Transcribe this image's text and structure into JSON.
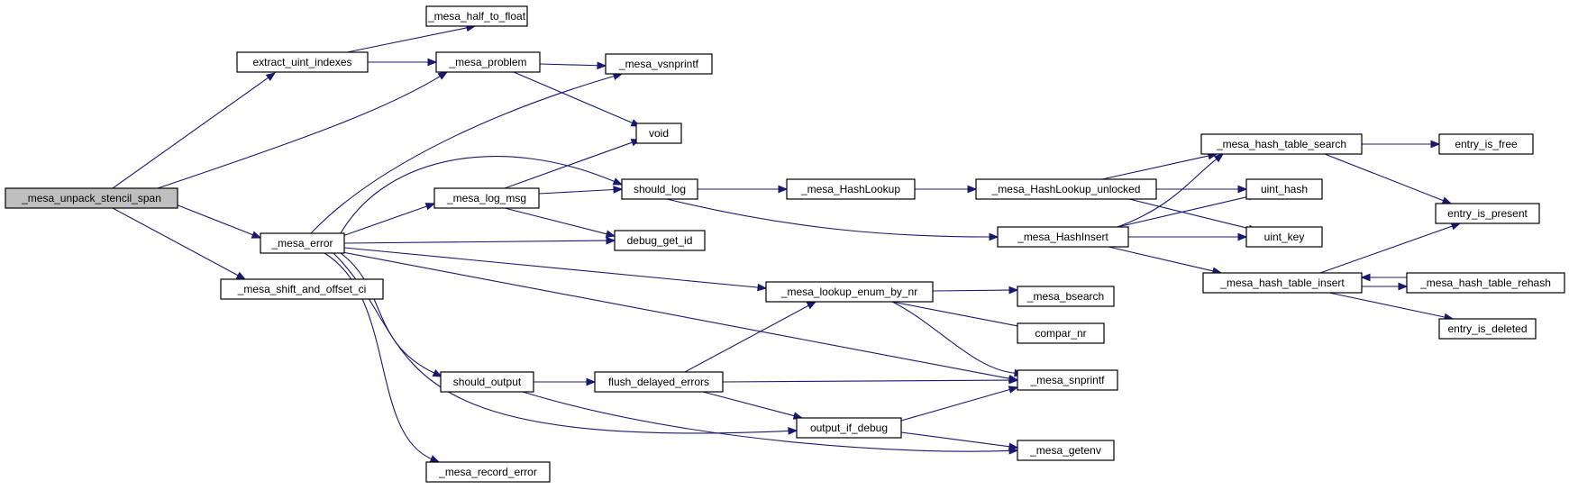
{
  "nodes": {
    "unpack": "_mesa_unpack_stencil_span",
    "extract": "extract_uint_indexes",
    "half": "_mesa_half_to_float",
    "problem": "_mesa_problem",
    "vsnprintf": "_mesa_vsnprintf",
    "void": "void",
    "error": "_mesa_error",
    "shift": "_mesa_shift_and_offset_ci",
    "logmsg": "_mesa_log_msg",
    "shouldlog": "should_log",
    "debugid": "debug_get_id",
    "hashlookup": "_mesa_HashLookup",
    "hlunlocked": "_mesa_HashLookup_unlocked",
    "hashinsert": "_mesa_HashInsert",
    "htsearch": "_mesa_hash_table_search",
    "uinthash": "uint_hash",
    "uintkey": "uint_key",
    "entryfree": "entry_is_free",
    "entrypresent": "entry_is_present",
    "htinsert": "_mesa_hash_table_insert",
    "rehash": "_mesa_hash_table_rehash",
    "entrydeleted": "entry_is_deleted",
    "lookupenum": "_mesa_lookup_enum_by_nr",
    "bsearch": "_mesa_bsearch",
    "comparnr": "compar_nr",
    "snprintf": "_mesa_snprintf",
    "shouldoutput": "should_output",
    "flush": "flush_delayed_errors",
    "outputdebug": "output_if_debug",
    "getenv": "_mesa_getenv",
    "recorderror": "_mesa_record_error"
  }
}
